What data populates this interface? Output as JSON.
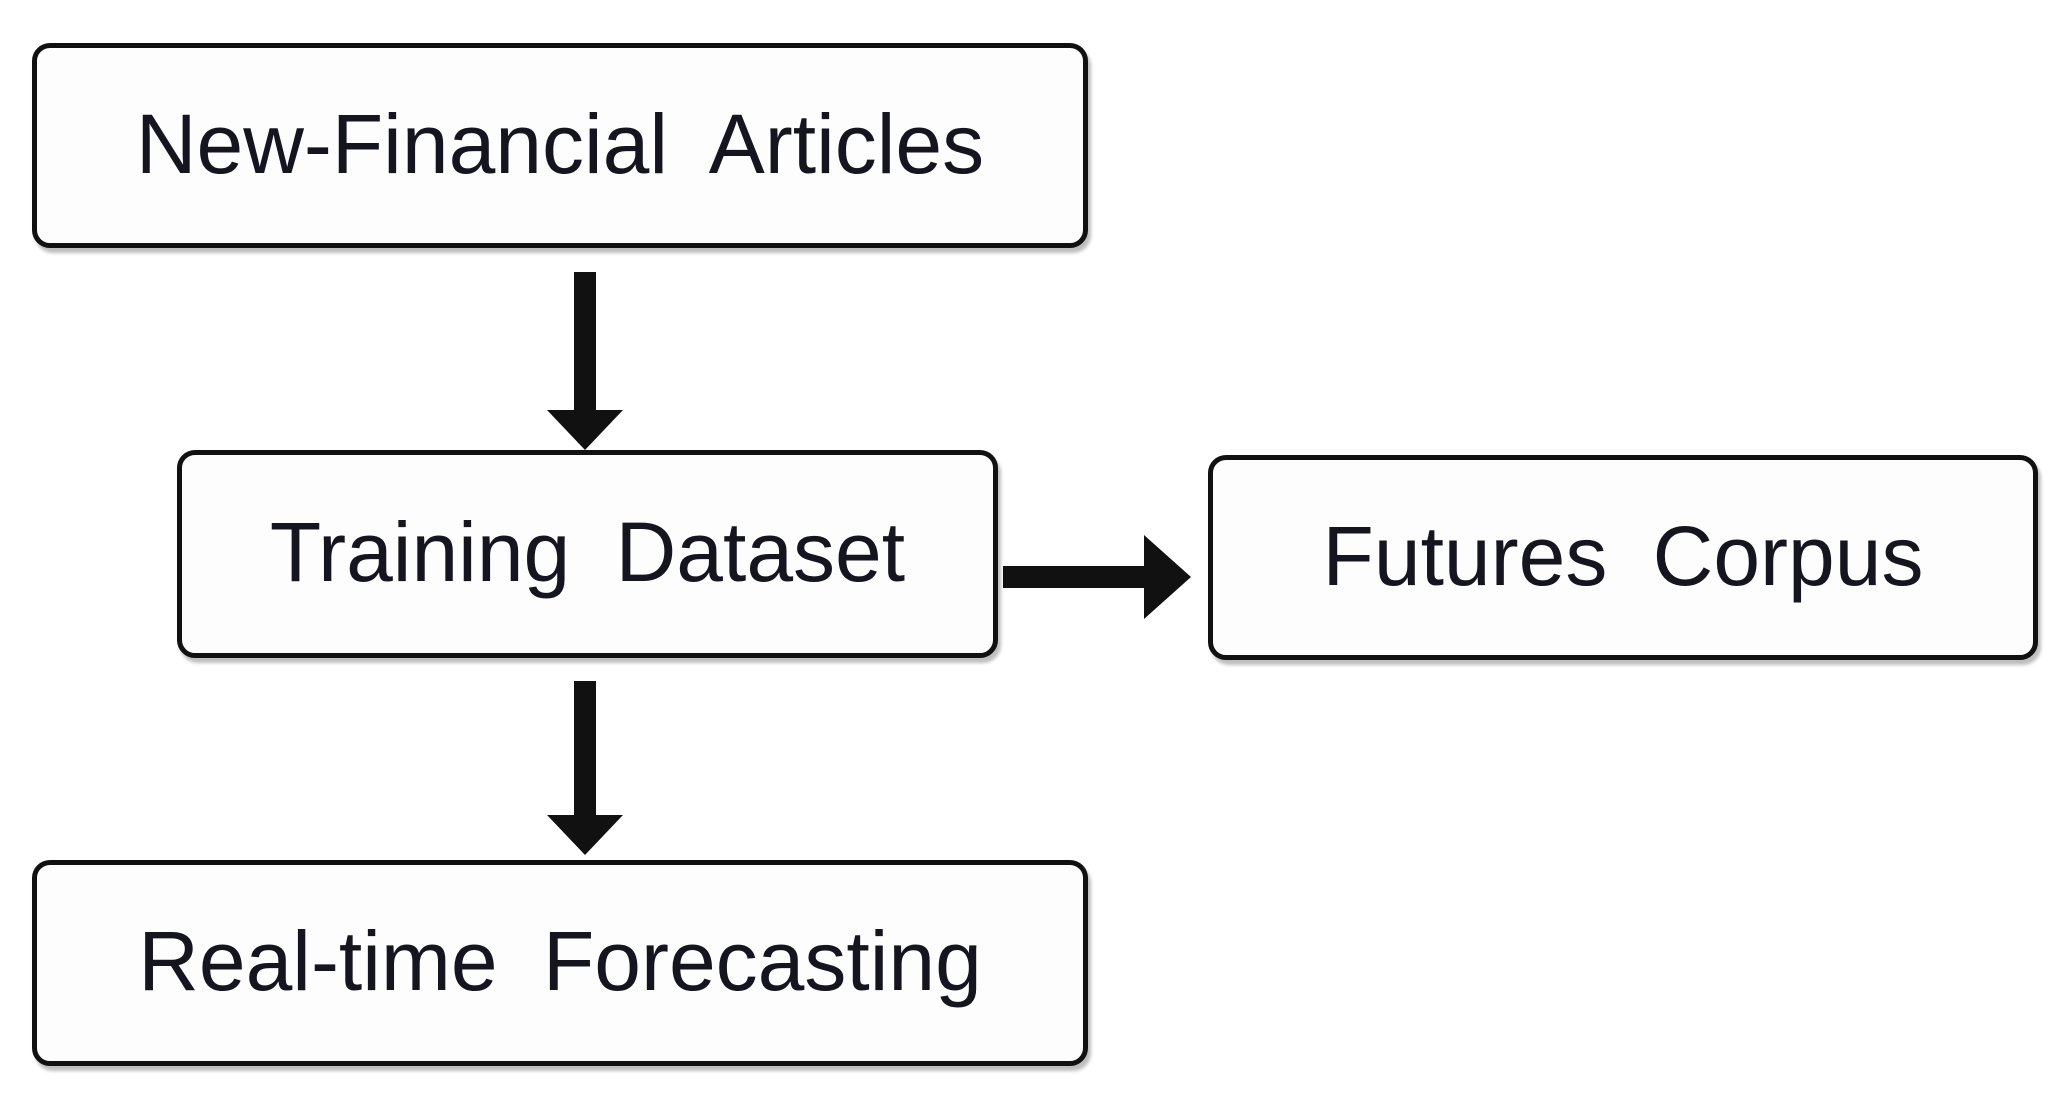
{
  "diagram": {
    "title": "",
    "type": "flowchart",
    "nodes": [
      {
        "id": "new-financial-articles",
        "label": "New-Financial Articles"
      },
      {
        "id": "training-dataset",
        "label": "Training Dataset"
      },
      {
        "id": "futures-corpus",
        "label": "Futures Corpus"
      },
      {
        "id": "real-time-forecasting",
        "label": "Real-time Forecasting"
      }
    ],
    "edges": [
      {
        "from": "new-financial-articles",
        "to": "training-dataset",
        "direction": "down"
      },
      {
        "from": "training-dataset",
        "to": "futures-corpus",
        "direction": "right"
      },
      {
        "from": "training-dataset",
        "to": "real-time-forecasting",
        "direction": "down"
      }
    ],
    "colors": {
      "background": "#ffffff",
      "node_fill": "#fdfdfe",
      "node_border": "#111111",
      "text": "#15151f",
      "arrow": "#111111"
    }
  }
}
